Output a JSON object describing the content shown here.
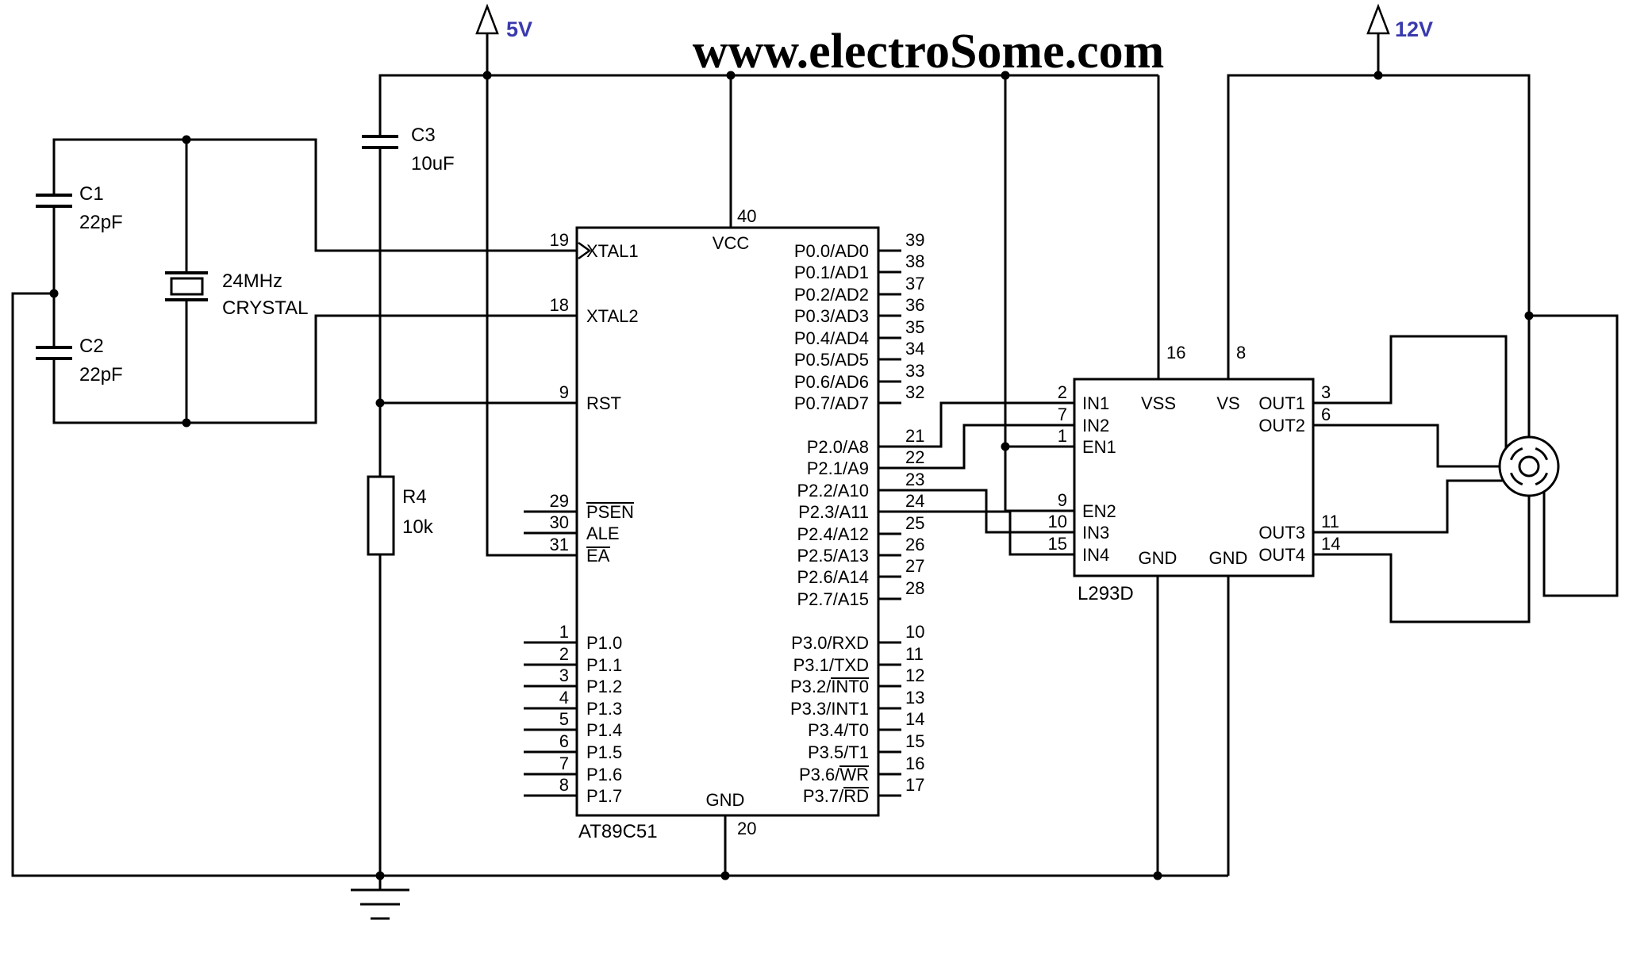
{
  "title": "www.electroSome.com",
  "supplies": {
    "v5": "5V",
    "v12": "12V"
  },
  "colors": {
    "wire": "#000000",
    "supply_label": "#3a3aae"
  },
  "components": {
    "c1": {
      "ref": "C1",
      "value": "22pF"
    },
    "c2": {
      "ref": "C2",
      "value": "22pF"
    },
    "c3": {
      "ref": "C3",
      "value": "10uF"
    },
    "r4": {
      "ref": "R4",
      "value": "10k"
    },
    "crystal": {
      "value": "24MHz",
      "type": "CRYSTAL"
    },
    "mcu": {
      "name": "AT89C51",
      "vcc": {
        "num": "40",
        "name": "VCC"
      },
      "gnd": {
        "num": "20",
        "name": "GND"
      },
      "left_pins": [
        {
          "num": "19",
          "name": "XTAL1"
        },
        {
          "num": "18",
          "name": "XTAL2"
        },
        {
          "num": "9",
          "name": "RST"
        },
        {
          "num": "29",
          "name": "PSEN"
        },
        {
          "num": "30",
          "name": "ALE"
        },
        {
          "num": "31",
          "name": "EA"
        },
        {
          "num": "1",
          "name": "P1.0"
        },
        {
          "num": "2",
          "name": "P1.1"
        },
        {
          "num": "3",
          "name": "P1.2"
        },
        {
          "num": "4",
          "name": "P1.3"
        },
        {
          "num": "5",
          "name": "P1.4"
        },
        {
          "num": "6",
          "name": "P1.5"
        },
        {
          "num": "7",
          "name": "P1.6"
        },
        {
          "num": "8",
          "name": "P1.7"
        }
      ],
      "right_pins": [
        {
          "num": "39",
          "name": "P0.0/AD0"
        },
        {
          "num": "38",
          "name": "P0.1/AD1"
        },
        {
          "num": "37",
          "name": "P0.2/AD2"
        },
        {
          "num": "36",
          "name": "P0.3/AD3"
        },
        {
          "num": "35",
          "name": "P0.4/AD4"
        },
        {
          "num": "34",
          "name": "P0.5/AD5"
        },
        {
          "num": "33",
          "name": "P0.6/AD6"
        },
        {
          "num": "32",
          "name": "P0.7/AD7"
        },
        {
          "num": "21",
          "name": "P2.0/A8"
        },
        {
          "num": "22",
          "name": "P2.1/A9"
        },
        {
          "num": "23",
          "name": "P2.2/A10"
        },
        {
          "num": "24",
          "name": "P2.3/A11"
        },
        {
          "num": "25",
          "name": "P2.4/A12"
        },
        {
          "num": "26",
          "name": "P2.5/A13"
        },
        {
          "num": "27",
          "name": "P2.6/A14"
        },
        {
          "num": "28",
          "name": "P2.7/A15"
        },
        {
          "num": "10",
          "name": "P3.0/RXD"
        },
        {
          "num": "11",
          "name": "P3.1/TXD"
        },
        {
          "num": "12",
          "name": "P3.2/INT0"
        },
        {
          "num": "13",
          "name": "P3.3/INT1"
        },
        {
          "num": "14",
          "name": "P3.4/T0"
        },
        {
          "num": "15",
          "name": "P3.5/T1"
        },
        {
          "num": "16",
          "name": "P3.6/WR"
        },
        {
          "num": "17",
          "name": "P3.7/RD"
        }
      ]
    },
    "driver": {
      "name": "L293D",
      "left_pins": [
        {
          "num": "2",
          "name": "IN1"
        },
        {
          "num": "7",
          "name": "IN2"
        },
        {
          "num": "1",
          "name": "EN1"
        },
        {
          "num": "9",
          "name": "EN2"
        },
        {
          "num": "10",
          "name": "IN3"
        },
        {
          "num": "15",
          "name": "IN4"
        }
      ],
      "right_pins": [
        {
          "num": "3",
          "name": "OUT1"
        },
        {
          "num": "6",
          "name": "OUT2"
        },
        {
          "num": "11",
          "name": "OUT3"
        },
        {
          "num": "14",
          "name": "OUT4"
        }
      ],
      "top_pins": [
        {
          "num": "16",
          "name": "VSS"
        },
        {
          "num": "8",
          "name": "VS"
        }
      ],
      "bottom_pins": [
        {
          "name": "GND"
        },
        {
          "name": "GND"
        }
      ]
    }
  }
}
